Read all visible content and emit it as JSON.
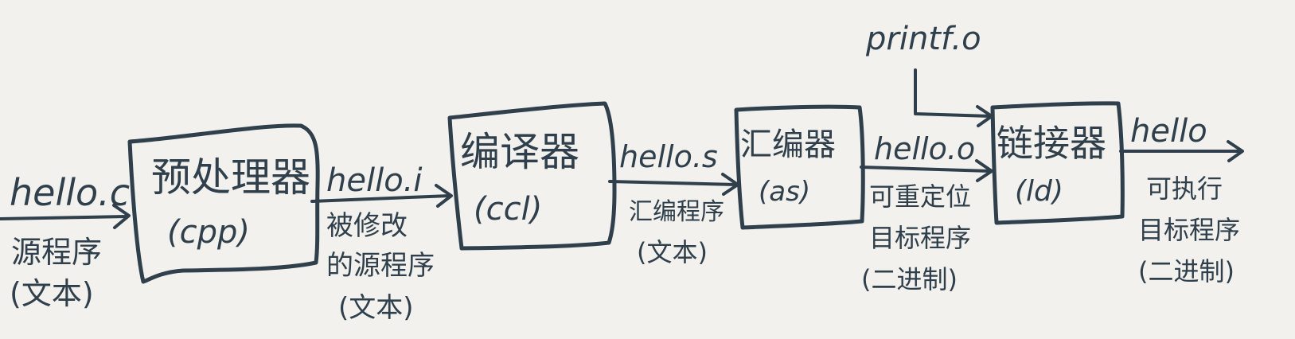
{
  "stages": [
    {
      "id": "cpp",
      "name": "预处理器",
      "tool": "(cpp)"
    },
    {
      "id": "ccl",
      "name": "编译器",
      "tool": "(ccl)"
    },
    {
      "id": "as",
      "name": "汇编器",
      "tool": "(as)"
    },
    {
      "id": "ld",
      "name": "链接器",
      "tool": "(ld)"
    }
  ],
  "files": [
    {
      "id": "hello_c",
      "name": "hello.c",
      "desc": [
        "源程序",
        "(文本)"
      ]
    },
    {
      "id": "hello_i",
      "name": "hello.i",
      "desc": [
        "被修改",
        "的源程序",
        "(文本)"
      ]
    },
    {
      "id": "hello_s",
      "name": "hello.s",
      "desc": [
        "汇编程序",
        "(文本)"
      ]
    },
    {
      "id": "hello_o",
      "name": "hello.o",
      "desc": [
        "可重定位",
        "目标程序",
        "(二进制)"
      ]
    },
    {
      "id": "hello",
      "name": "hello",
      "desc": [
        "可执行",
        "目标程序",
        "(二进制)"
      ]
    }
  ],
  "extra_input": {
    "name": "printf.o"
  },
  "colors": {
    "ink": "#2f3f4b",
    "paper": "#f2f1ed"
  }
}
